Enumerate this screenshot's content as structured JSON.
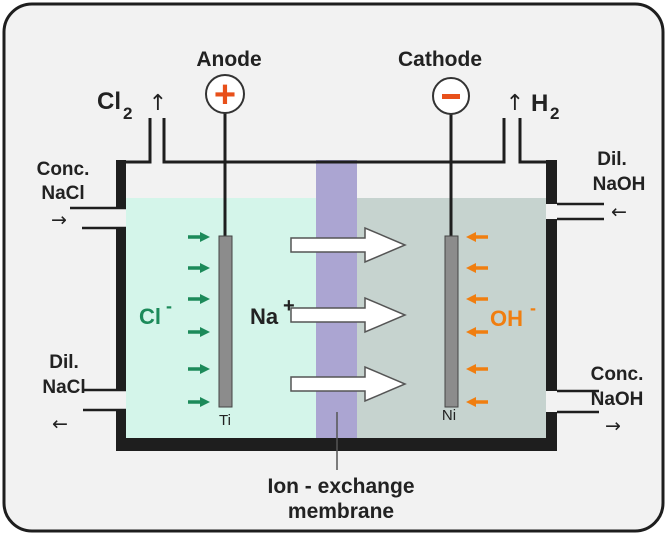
{
  "labels": {
    "anode": "Anode",
    "cathode": "Cathode",
    "cl2_main": "Cl",
    "cl2_sub": "2",
    "h2_main": "H",
    "h2_sub": "2",
    "conc_nacl_1": "Conc.",
    "conc_nacl_2": "NaCl",
    "dil_naoh_1": "Dil.",
    "dil_naoh_2": "NaOH",
    "dil_nacl_1": "Dil.",
    "dil_nacl_2": "NaCl",
    "conc_naoh_1": "Conc.",
    "conc_naoh_2": "NaOH",
    "cl_ion": "Cl",
    "cl_charge": "-",
    "na_ion": "Na",
    "na_charge": "+",
    "oh_ion": "OH",
    "oh_charge": "-",
    "ti": "Ti",
    "ni": "Ni",
    "membrane_1": "Ion - exchange",
    "membrane_2": "membrane",
    "anode_sign": "+",
    "cathode_sign": "-",
    "arrow_up": "↑",
    "arrow_right": "→",
    "arrow_left": "←"
  },
  "colors": {
    "anolyte": "#d4f5ea",
    "catholyte": "#c6d3cf",
    "membrane": "#aba5d2",
    "electrode": "#8c8c8c",
    "cl_ion": "#1c8a5a",
    "oh_ion": "#f07e10",
    "anode_sign": "#e8501a",
    "cathode_sign": "#e8501a",
    "frame": "#1e1e1e",
    "panel": "#f2f2f2"
  }
}
